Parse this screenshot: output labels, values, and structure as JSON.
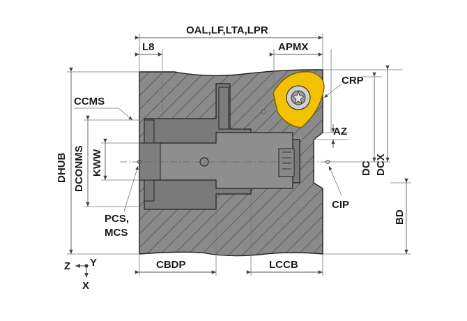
{
  "labels": {
    "oal": "OAL,LF,LTA,LPR",
    "l8": "L8",
    "apmx": "APMX",
    "crp": "CRP",
    "ccms": "CCMS",
    "az": "AZ",
    "dhub": "DHUB",
    "dconms": "DCONMS",
    "kww": "KWW",
    "dc": "DC",
    "dcx": "DCX",
    "cip": "CIP",
    "bd": "BD",
    "pcs": "PCS,",
    "mcs": "MCS",
    "cbdp": "CBDP",
    "lccb": "LCCB",
    "axis_z": "Z",
    "axis_y": "Y",
    "axis_x": "X"
  },
  "colors": {
    "body": "#8a8a8a",
    "body_dark": "#6f6f6f",
    "hatch": "#4a4a4a",
    "insert": "#f2c200",
    "insert_edge": "#8a6d00",
    "line": "#333333"
  }
}
